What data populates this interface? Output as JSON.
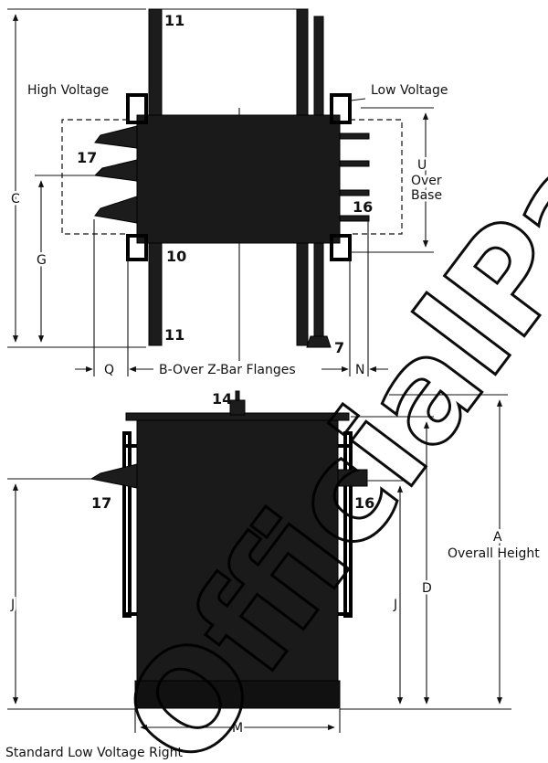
{
  "top_view": {
    "high_voltage_label": "High Voltage",
    "low_voltage_label": "Low Voltage",
    "dim_c": "C",
    "dim_g": "G",
    "dim_u": "U",
    "dim_u_over": "Over",
    "dim_u_base": "Base",
    "dim_q": "Q",
    "dim_b": "B-Over Z-Bar Flanges",
    "dim_n": "N",
    "callout_11_top": "11",
    "callout_11_bottom": "11",
    "callout_17": "17",
    "callout_16": "16",
    "callout_10": "10",
    "callout_7": "7"
  },
  "side_view": {
    "callout_14": "14",
    "callout_17": "17",
    "callout_16": "16",
    "dim_j_left": "J",
    "dim_j_right": "J",
    "dim_d": "D",
    "dim_a": "A",
    "dim_a_desc": "Overall Height",
    "dim_m": "M"
  },
  "caption": "Standard Low Voltage Right",
  "watermark": "OfficialPartM"
}
